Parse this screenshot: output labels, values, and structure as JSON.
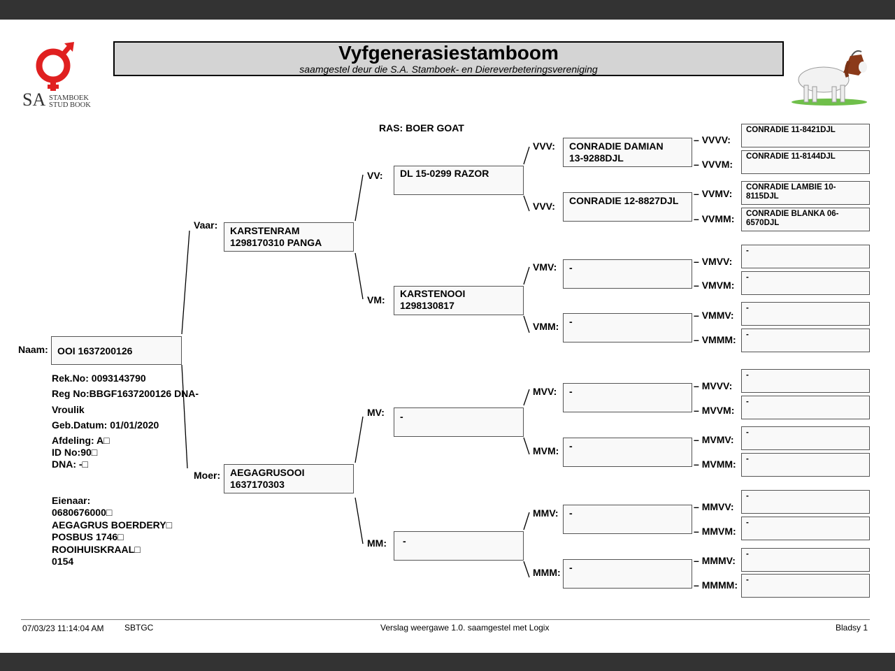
{
  "header": {
    "title": "Vyfgenerasiestamboom",
    "subtitle": "saamgestel deur die S.A. Stamboek- en Diereverbeteringsvereniging",
    "logo_text_sa": "SA",
    "logo_text_line1": "STAMBOEK",
    "logo_text_line2": "STUD BOOK",
    "logo_color": "#e02020"
  },
  "breed": "RAS: BOER GOAT",
  "animal": {
    "name_label": "Naam:",
    "name": "OOI 1637200126",
    "rek_no": "Rek.No: 0093143790",
    "reg_no": "Reg No:BBGF1637200126 DNA-",
    "sex": "Vroulik",
    "birth_date": "Geb.Datum: 01/01/2020",
    "afdeling": "Afdeling: A□",
    "id_no": "ID No:90□",
    "dna": "DNA: -□",
    "owner_label": "Eienaar:",
    "owner_lines": [
      "0680676000□",
      "AEGAGRUS BOERDERY□",
      "POSBUS 1746□",
      "ROOIHUISKRAAL□",
      "0154"
    ]
  },
  "pedigree": {
    "vaar": {
      "label": "Vaar:",
      "l1": "KARSTENRAM",
      "l2": "1298170310 PANGA"
    },
    "moer": {
      "label": "Moer:",
      "l1": "AEGAGRUSOOI",
      "l2": "1637170303"
    },
    "vv": {
      "label": "VV:",
      "l1": "DL 15-0299 RAZOR",
      "l2": ""
    },
    "vm": {
      "label": "VM:",
      "l1": "KARSTENOOI",
      "l2": "1298130817"
    },
    "mv": {
      "label": "MV:",
      "l1": "-",
      "l2": ""
    },
    "mm": {
      "label": "MM:",
      "l1": "-",
      "l2": ""
    },
    "vvv": {
      "label": "VVV:",
      "l1": "CONRADIE DAMIAN",
      "l2": "13-9288DJL"
    },
    "vvm": {
      "label": "VVV:",
      "l1": "CONRADIE 12-8827DJL",
      "l2": ""
    },
    "vmv": {
      "label": "VMV:",
      "l1": "-",
      "l2": ""
    },
    "vmm": {
      "label": "VMM:",
      "l1": "-",
      "l2": ""
    },
    "mvv": {
      "label": "MVV:",
      "l1": "-",
      "l2": ""
    },
    "mvm": {
      "label": "MVM:",
      "l1": "-",
      "l2": ""
    },
    "mmv": {
      "label": "MMV:",
      "l1": "-",
      "l2": ""
    },
    "mmm": {
      "label": "MMM:",
      "l1": "-",
      "l2": ""
    },
    "vvvv": {
      "label": "VVVV:",
      "text": "CONRADIE 11-8421DJL"
    },
    "vvvm": {
      "label": "VVVM:",
      "text": "CONRADIE 11-8144DJL"
    },
    "vvmv": {
      "label": "VVMV:",
      "text": "CONRADIE LAMBIE 10-8115DJL"
    },
    "vvmm": {
      "label": "VVMM:",
      "text": "CONRADIE BLANKA 06-6570DJL"
    },
    "vmvv": {
      "label": "VMVV:",
      "text": "-"
    },
    "vmvm": {
      "label": "VMVM:",
      "text": "-"
    },
    "vmmv": {
      "label": "VMMV:",
      "text": "-"
    },
    "vmmm": {
      "label": "VMMM:",
      "text": "-"
    },
    "mvvv": {
      "label": "MVVV:",
      "text": "-"
    },
    "mvvm": {
      "label": "MVVM:",
      "text": "-"
    },
    "mvmv": {
      "label": "MVMV:",
      "text": "-"
    },
    "mvmm": {
      "label": "MVMM:",
      "text": "-"
    },
    "mmvv": {
      "label": "MMVV:",
      "text": "-"
    },
    "mmvm": {
      "label": "MMVM:",
      "text": "-"
    },
    "mmmv": {
      "label": "MMMV:",
      "text": "-"
    },
    "mmmm": {
      "label": "MMMM:",
      "text": "-"
    }
  },
  "footer": {
    "datetime": "07/03/23 11:14:04 AM",
    "code": "SBTGC",
    "report": "Verslag weergawe 1.0. saamgestel met Logix",
    "page": "Bladsy 1"
  }
}
